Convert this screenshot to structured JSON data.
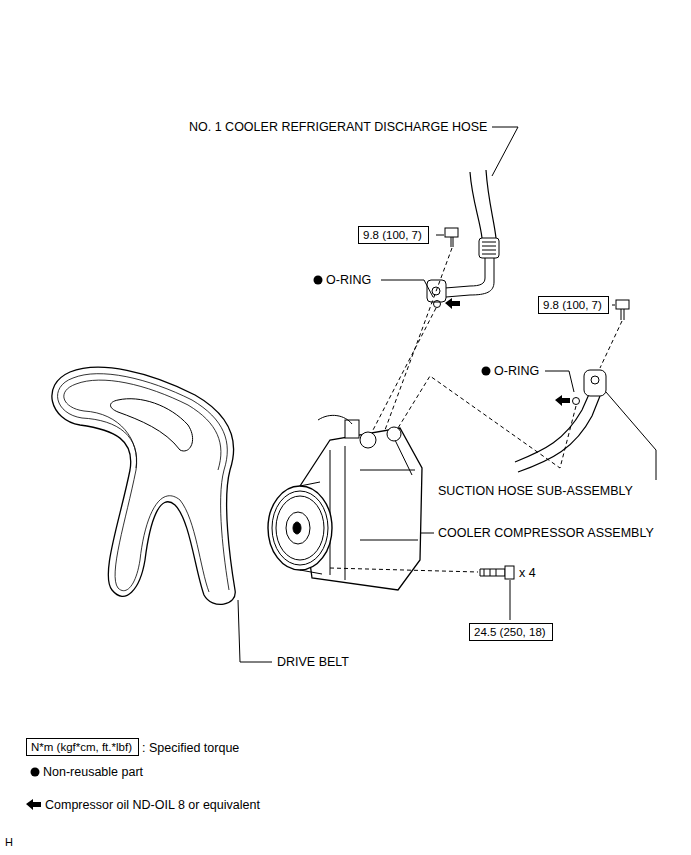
{
  "diagram": {
    "nodes": [
      {
        "text": [
          "9.8 (100, 7)"
        ]
      },
      {
        "text": [
          "9.8 (100, 7)"
        ]
      },
      {
        "text": [
          "24.5 (250, 18)"
        ]
      },
      {
        "text": [
          "N*m (kgf*cm, ft.*lbf)"
        ]
      }
    ],
    "labels": [
      "NO. 1 COOLER REFRIGERANT DISCHARGE HOSE",
      "O-RING",
      "O-RING",
      "SUCTION HOSE SUB-ASSEMBLY",
      "COOLER COMPRESSOR ASSEMBLY",
      "DRIVE BELT",
      "x 4",
      "H"
    ],
    "legend": [
      {
        "text": ": Specified torque"
      },
      {
        "text": "Non-reusable part"
      },
      {
        "text": "Compressor oil ND-OIL 8 or equivalent"
      }
    ]
  }
}
